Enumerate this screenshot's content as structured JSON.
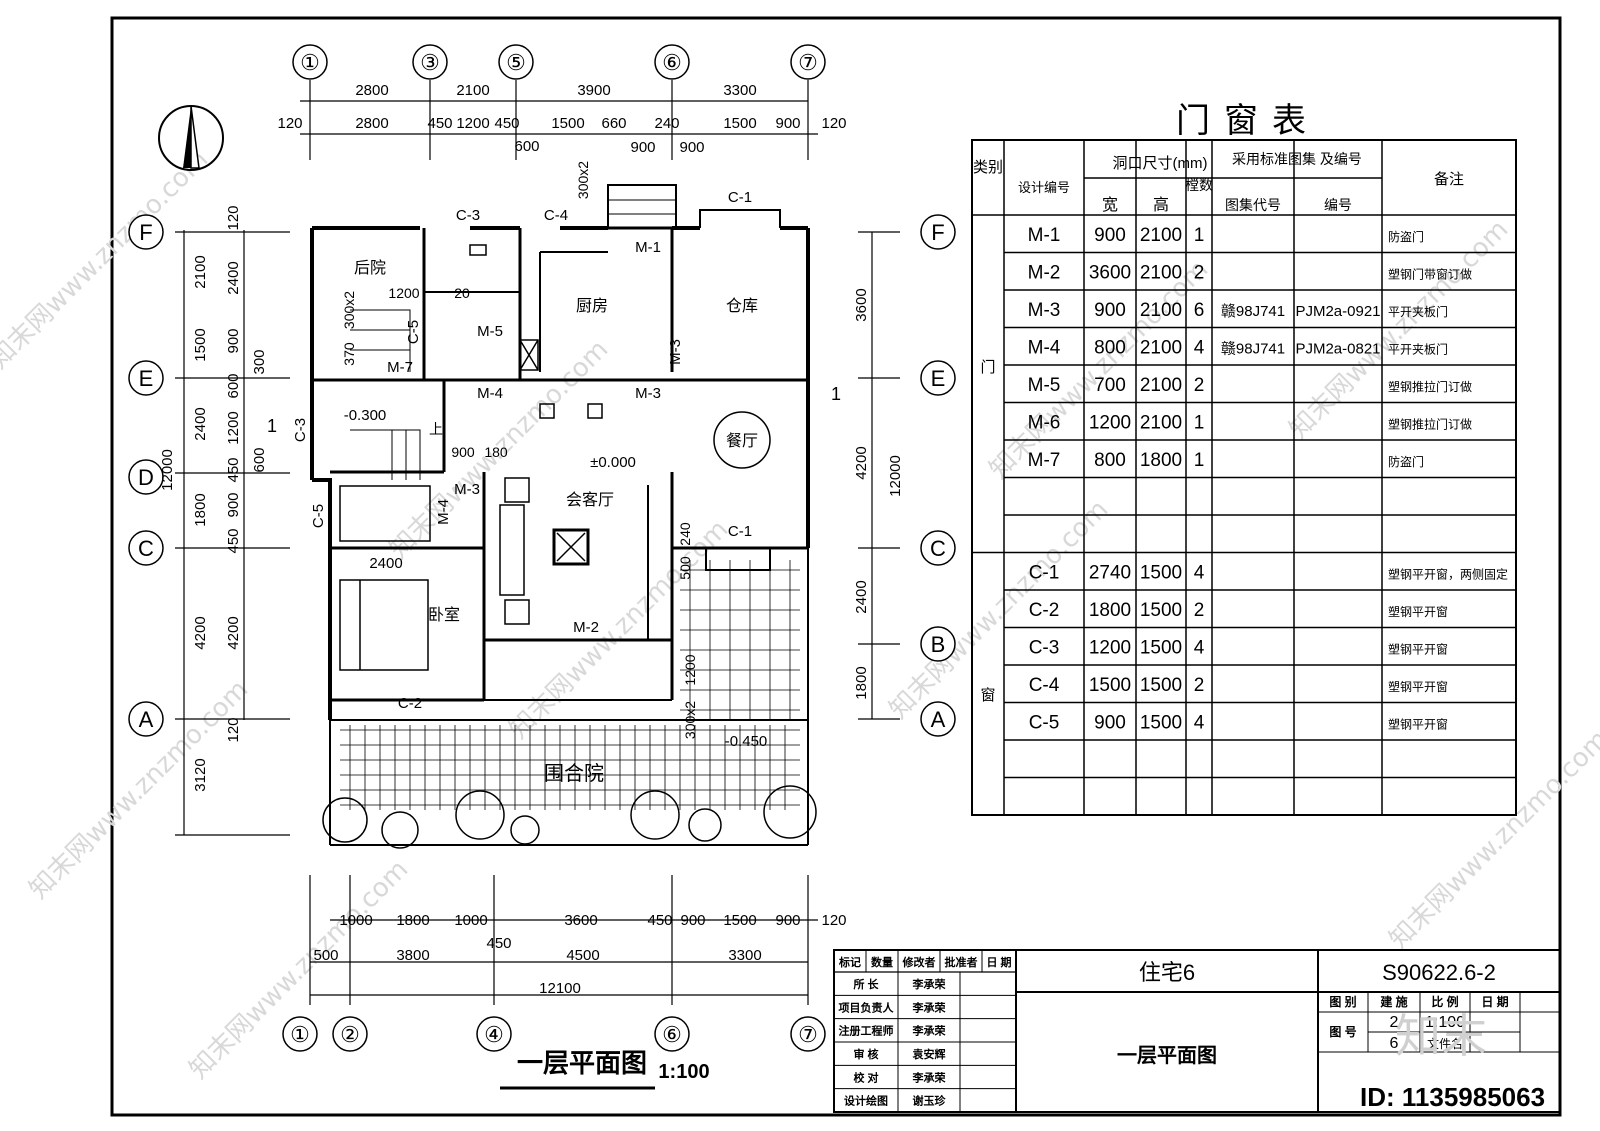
{
  "drawing": {
    "title": "一层平面图",
    "scale": "1:100",
    "north": "north-arrow",
    "axis_top": [
      "①",
      "③",
      "⑤",
      "⑥",
      "⑦"
    ],
    "axis_bottom": [
      "①",
      "②",
      "④",
      "⑥",
      "⑦"
    ],
    "axis_left": [
      "F",
      "E",
      "D",
      "C",
      "A"
    ],
    "axis_right": [
      "F",
      "E",
      "C",
      "B",
      "A"
    ],
    "dim_top_row1": [
      "2800",
      "2100",
      "3900",
      "3300"
    ],
    "dim_top_row2": [
      "120",
      "2800",
      "450",
      "1200",
      "450",
      "1500",
      "660",
      "240",
      "1500",
      "900",
      "120"
    ],
    "dim_top_row3": [
      "600",
      "900",
      "900"
    ],
    "dim_bottom_row1": [
      "1000",
      "1800",
      "1000",
      "3600",
      "450",
      "900",
      "1500",
      "900",
      "120"
    ],
    "dim_bottom_row2": [
      "500",
      "3800",
      "450",
      "4500",
      "3300"
    ],
    "dim_bottom_total": "12100",
    "dim_left_outer": [
      "2100",
      "1500",
      "2400",
      "1800",
      "4200",
      "3120"
    ],
    "dim_left_total": "12000",
    "dim_left_inner": [
      "120",
      "2400",
      "900",
      "600",
      "1200",
      "450",
      "900",
      "450",
      "4200",
      "120"
    ],
    "dim_left_misc": [
      "300",
      "600",
      "2400"
    ],
    "dim_right_outer": [
      "3600",
      "4200",
      "2400",
      "1800"
    ],
    "dim_right_total": "12000",
    "rooms": [
      "后院",
      "厨房",
      "仓库",
      "餐厅",
      "会客厅",
      "卧室",
      "围合院"
    ],
    "doors": [
      "M-1",
      "M-2",
      "M-3",
      "M-3",
      "M-3",
      "M-4",
      "M-4",
      "M-5",
      "M-7"
    ],
    "windows": [
      "C-1",
      "C-1",
      "C-2",
      "C-3",
      "C-3",
      "C-4",
      "C-5",
      "C-5"
    ],
    "levels": [
      "-0.300",
      "±0.000",
      "-0.450"
    ],
    "notes": [
      "上",
      "1200",
      "20",
      "370",
      "300x2",
      "900",
      "180",
      "500",
      "240",
      "1200",
      "300x2",
      "1",
      "1",
      "600",
      "300x2",
      "2400",
      "500"
    ]
  },
  "door_window_table": {
    "title": "门窗表",
    "headers": {
      "category": "类别",
      "code": "设计编号",
      "opening": "洞口尺寸(mm)",
      "width": "宽",
      "height": "高",
      "count": "樘数",
      "std": "采用标准图集 及编号",
      "atlas": "图集代号",
      "number": "编号",
      "remark": "备注"
    },
    "door_group": "门",
    "window_group": "窗",
    "doors": [
      {
        "code": "M-1",
        "w": "900",
        "h": "2100",
        "n": "1",
        "atlas": "",
        "num": "",
        "remark": "防盗门"
      },
      {
        "code": "M-2",
        "w": "3600",
        "h": "2100",
        "n": "2",
        "atlas": "",
        "num": "",
        "remark": "塑钢门带窗订做"
      },
      {
        "code": "M-3",
        "w": "900",
        "h": "2100",
        "n": "6",
        "atlas": "赣98J741",
        "num": "PJM2a-0921",
        "remark": "平开夹板门"
      },
      {
        "code": "M-4",
        "w": "800",
        "h": "2100",
        "n": "4",
        "atlas": "赣98J741",
        "num": "PJM2a-0821",
        "remark": "平开夹板门"
      },
      {
        "code": "M-5",
        "w": "700",
        "h": "2100",
        "n": "2",
        "atlas": "",
        "num": "",
        "remark": "塑钢推拉门订做"
      },
      {
        "code": "M-6",
        "w": "1200",
        "h": "2100",
        "n": "1",
        "atlas": "",
        "num": "",
        "remark": "塑钢推拉门订做"
      },
      {
        "code": "M-7",
        "w": "800",
        "h": "1800",
        "n": "1",
        "atlas": "",
        "num": "",
        "remark": "防盗门"
      }
    ],
    "windows": [
      {
        "code": "C-1",
        "w": "2740",
        "h": "1500",
        "n": "4",
        "remark": "塑钢平开窗，两侧固定"
      },
      {
        "code": "C-2",
        "w": "1800",
        "h": "1500",
        "n": "2",
        "remark": "塑钢平开窗"
      },
      {
        "code": "C-3",
        "w": "1200",
        "h": "1500",
        "n": "4",
        "remark": "塑钢平开窗"
      },
      {
        "code": "C-4",
        "w": "1500",
        "h": "1500",
        "n": "2",
        "remark": "塑钢平开窗"
      },
      {
        "code": "C-5",
        "w": "900",
        "h": "1500",
        "n": "4",
        "remark": "塑钢平开窗"
      }
    ]
  },
  "title_block": {
    "project": "住宅6",
    "drawing_no": "S90622.6-2",
    "drawing_name": "一层平面图",
    "rev_headers": [
      "标记",
      "数量",
      "修改者",
      "批准者",
      "日 期"
    ],
    "roles": [
      {
        "role": "所  长",
        "name": "李承荣"
      },
      {
        "role": "项目负责人",
        "name": "李承荣"
      },
      {
        "role": "注册工程师",
        "name": "李承荣"
      },
      {
        "role": "审  核",
        "name": "袁安辉"
      },
      {
        "role": "校  对",
        "name": "李承荣"
      },
      {
        "role": "设计绘图",
        "name": "谢玉珍"
      }
    ],
    "meta_labels": [
      "图 别",
      "建 施",
      "比 例",
      "日 期",
      "图 号"
    ],
    "meta_values": [
      "2",
      "1:100",
      "6",
      "文件名"
    ]
  },
  "watermark": {
    "id": "ID: 1135985063",
    "logo": "知末",
    "site": "知末网www.znzmo.com"
  }
}
